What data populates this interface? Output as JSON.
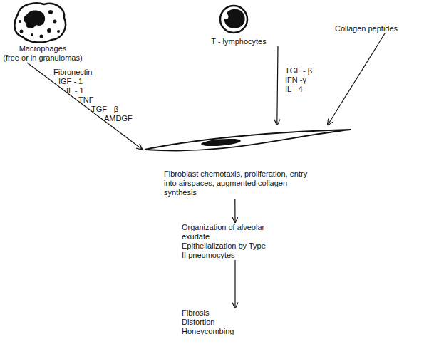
{
  "diagram": {
    "nodes": [
      {
        "text": [
          "Macrophages",
          "(free or in granulomas)"
        ]
      },
      {
        "text": [
          "T - lymphocytes"
        ]
      },
      {
        "text": [
          "Collagen peptides"
        ]
      },
      {
        "text": [
          "Fibroblast chemotaxis, proliferation, entry into airspaces, augmented collagen synthesis"
        ]
      },
      {
        "text": [
          "Organization of alveolar exudate",
          "Epithelialization by Type II pneumocytes"
        ]
      },
      {
        "text": [
          "Fibrosis",
          "Distortion",
          "Honeycombing"
        ]
      }
    ],
    "edges": [
      {
        "from": 0,
        "to": 3,
        "arrow": "to"
      },
      {
        "from": 1,
        "to": 3,
        "arrow": "to"
      },
      {
        "from": 2,
        "to": 3,
        "arrow": "to"
      },
      {
        "from": 3,
        "to": 4,
        "arrow": "to"
      },
      {
        "from": 4,
        "to": 5,
        "arrow": "to"
      }
    ],
    "labels": [
      "Fibronectin",
      "IGF - 1",
      "IL - 1",
      "TNF",
      "TGF - β",
      "AMDGF",
      "TGF - β",
      "IFN -γ",
      "IL - 4"
    ]
  }
}
